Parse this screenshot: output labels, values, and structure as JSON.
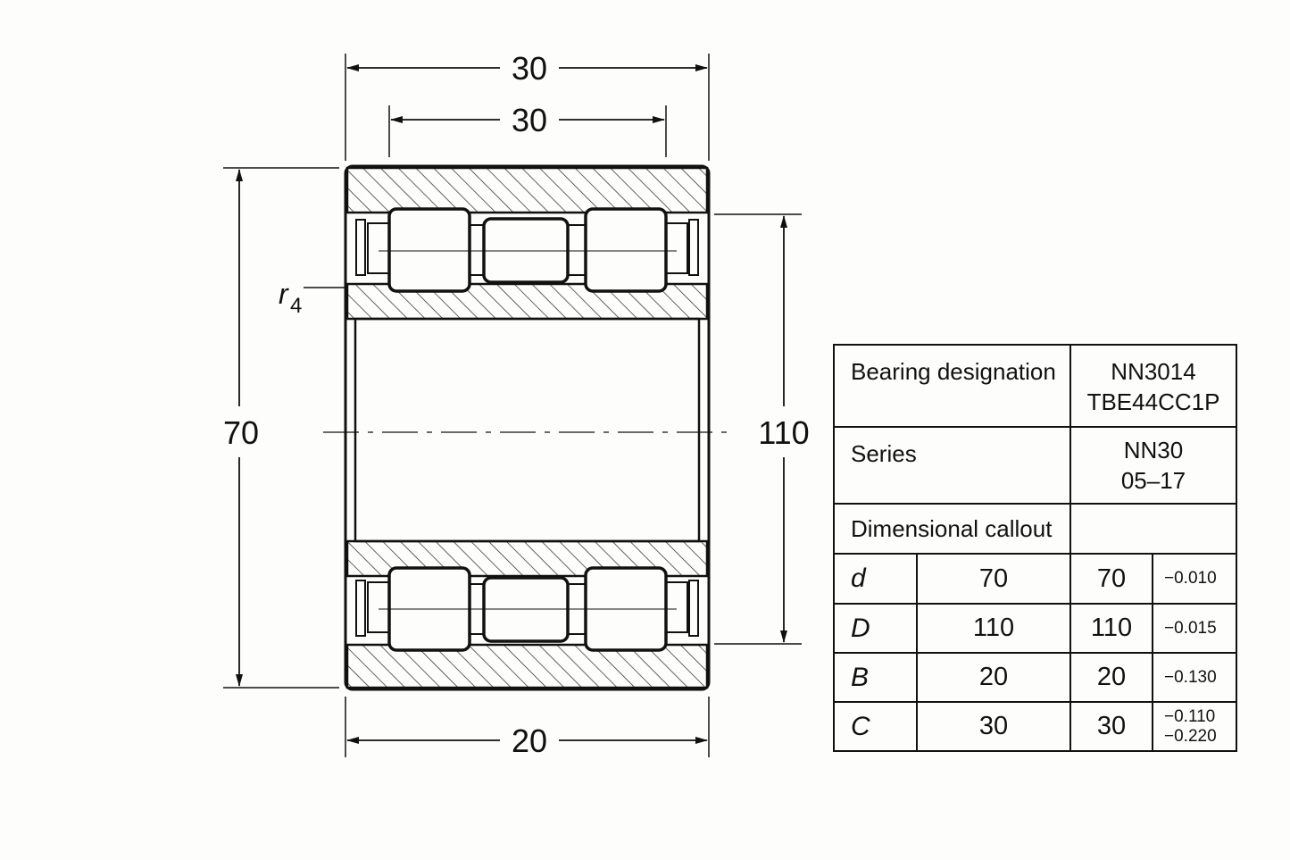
{
  "drawing": {
    "dim_top_outer": "30",
    "dim_top_inner": "30",
    "dim_bottom": "20",
    "dim_left": "70",
    "dim_right": "110",
    "radius_label": "r",
    "radius_subscript": "4"
  },
  "table": {
    "designation_label": "Bearing designation",
    "designation_value_1": "NN3014",
    "designation_value_2": "TBE44CC1P",
    "series_label": "Series",
    "series_value_1": "NN30",
    "series_value_2": "05–17",
    "callout_label": "Dimensional callout",
    "rows": [
      {
        "symbol": "d",
        "nominal": "70",
        "value": "70",
        "tol1": "−0.010",
        "tol2": ""
      },
      {
        "symbol": "D",
        "nominal": "110",
        "value": "110",
        "tol1": "−0.015",
        "tol2": ""
      },
      {
        "symbol": "B",
        "nominal": "20",
        "value": "20",
        "tol1": "−0.130",
        "tol2": ""
      },
      {
        "symbol": "C",
        "nominal": "30",
        "value": "30",
        "tol1": "−0.110",
        "tol2": "−0.220"
      }
    ]
  }
}
